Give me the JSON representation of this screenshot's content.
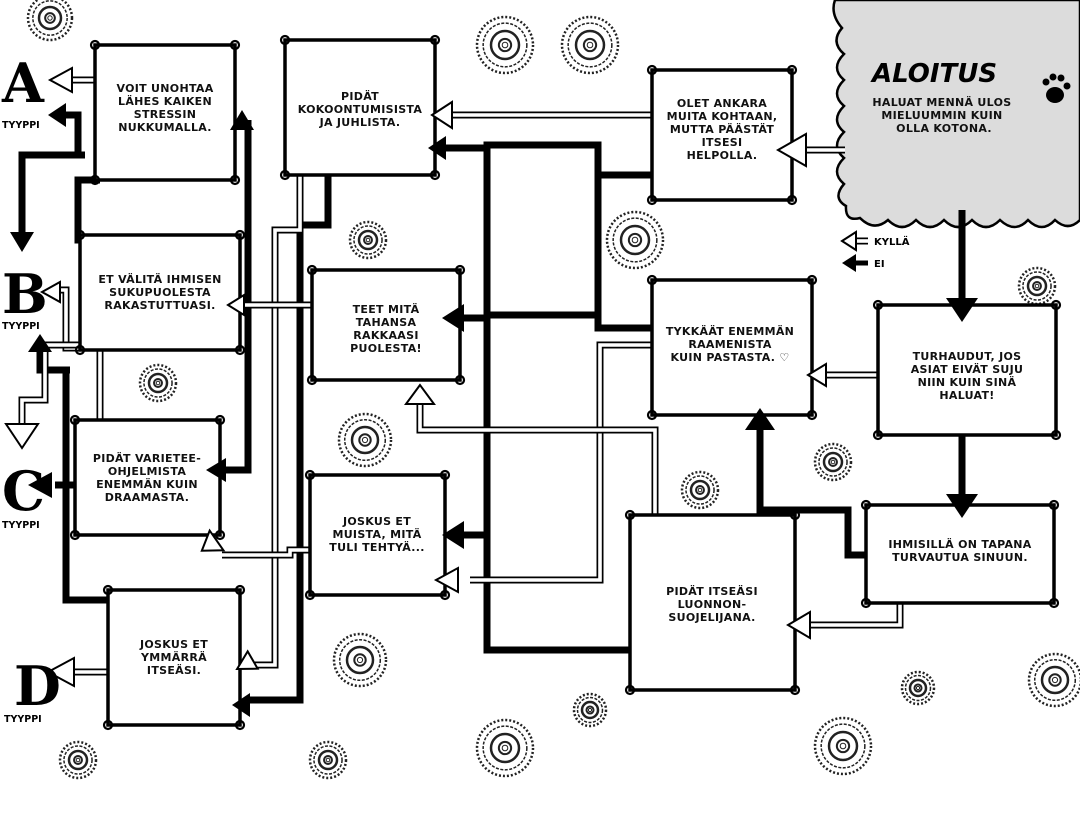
{
  "start": {
    "title": "ALOITUS",
    "question": [
      "HALUAT MENNÄ ULOS",
      "MIELUUMMIN KUIN",
      "OLLA KOTONA."
    ]
  },
  "legend": {
    "yes": "KYLLÄ",
    "no": "EI"
  },
  "questions": [
    {
      "id": "q_stress",
      "lines": [
        "VOIT UNOHTAA",
        "LÄHES KAIKEN",
        "STRESSIN",
        "NUKKUMALLA."
      ]
    },
    {
      "id": "q_gender",
      "lines": [
        "ET VÄLITÄ IHMISEN",
        "SUKUPUOLESTA",
        "RAKASTUTTUASI."
      ]
    },
    {
      "id": "q_variety",
      "lines": [
        "PIDÄT VARIETEE-",
        "OHJELMISTA",
        "ENEMMÄN KUIN",
        "DRAAMASTA."
      ]
    },
    {
      "id": "q_understand",
      "lines": [
        "JOSKUS ET",
        "YMMÄRRÄ",
        "ITSEÄSI."
      ]
    },
    {
      "id": "q_parties",
      "lines": [
        "PIDÄT",
        "KOKOONTUMISISTA",
        "JA JUHLISTA."
      ]
    },
    {
      "id": "q_loved",
      "lines": [
        "TEET MITÄ",
        "TAHANSA",
        "RAKKAASI",
        "PUOLESTA!"
      ]
    },
    {
      "id": "q_forget",
      "lines": [
        "JOSKUS ET",
        "MUISTA, MITÄ",
        "TULI TEHTYÄ..."
      ]
    },
    {
      "id": "q_strict",
      "lines": [
        "OLET ANKARA",
        "MUITA KOHTAAN,",
        "MUTTA PÄÄSTÄT",
        "ITSESI",
        "HELPOLLA."
      ]
    },
    {
      "id": "q_ramen",
      "lines": [
        "TYKKÄÄT ENEMMÄN",
        "RAAMENISTA",
        "KUIN PASTASTA. ♡"
      ]
    },
    {
      "id": "q_frustrated",
      "lines": [
        "TURHAUDUT, JOS",
        "ASIAT EIVÄT SUJU",
        "NIIN KUIN SINÄ",
        "HALUAT!"
      ]
    },
    {
      "id": "q_nature",
      "lines": [
        "PIDÄT ITSEÄSI",
        "LUONNON-",
        "SUOJELIJANA."
      ]
    },
    {
      "id": "q_rely",
      "lines": [
        "IHMISILLÄ ON TAPANA",
        "TURVAUTUA SINUUN."
      ]
    }
  ],
  "results": [
    {
      "letter": "A",
      "label": "TYYPPI"
    },
    {
      "letter": "B",
      "label": "TYYPPI"
    },
    {
      "letter": "C",
      "label": "TYYPPI"
    },
    {
      "letter": "D",
      "label": "TYYPPI"
    }
  ]
}
